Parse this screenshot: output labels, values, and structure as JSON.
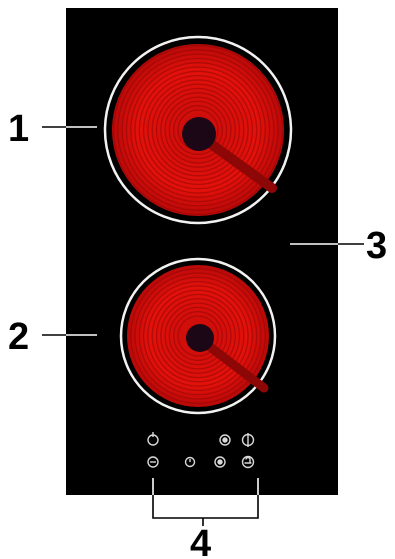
{
  "diagram": {
    "colors": {
      "glass": "#000000",
      "burner_red": "#e3110b",
      "burner_dark": "#8e0707",
      "hub": "#1c0717",
      "ring": "#f2f2f2",
      "background": "#ffffff"
    },
    "callouts": [
      {
        "id": "1",
        "label": "1",
        "target": "large-burner"
      },
      {
        "id": "2",
        "label": "2",
        "target": "small-burner"
      },
      {
        "id": "3",
        "label": "3",
        "target": "glass-surface"
      },
      {
        "id": "4",
        "label": "4",
        "target": "touch-controls"
      }
    ],
    "controls": [
      {
        "name": "power-icon"
      },
      {
        "name": "zone-select-left-icon"
      },
      {
        "name": "timer-icon"
      },
      {
        "name": "minus-icon"
      },
      {
        "name": "plus-icon"
      },
      {
        "name": "lock-icon"
      },
      {
        "name": "zone-select-right-icon"
      },
      {
        "name": "boost-icon"
      }
    ]
  }
}
